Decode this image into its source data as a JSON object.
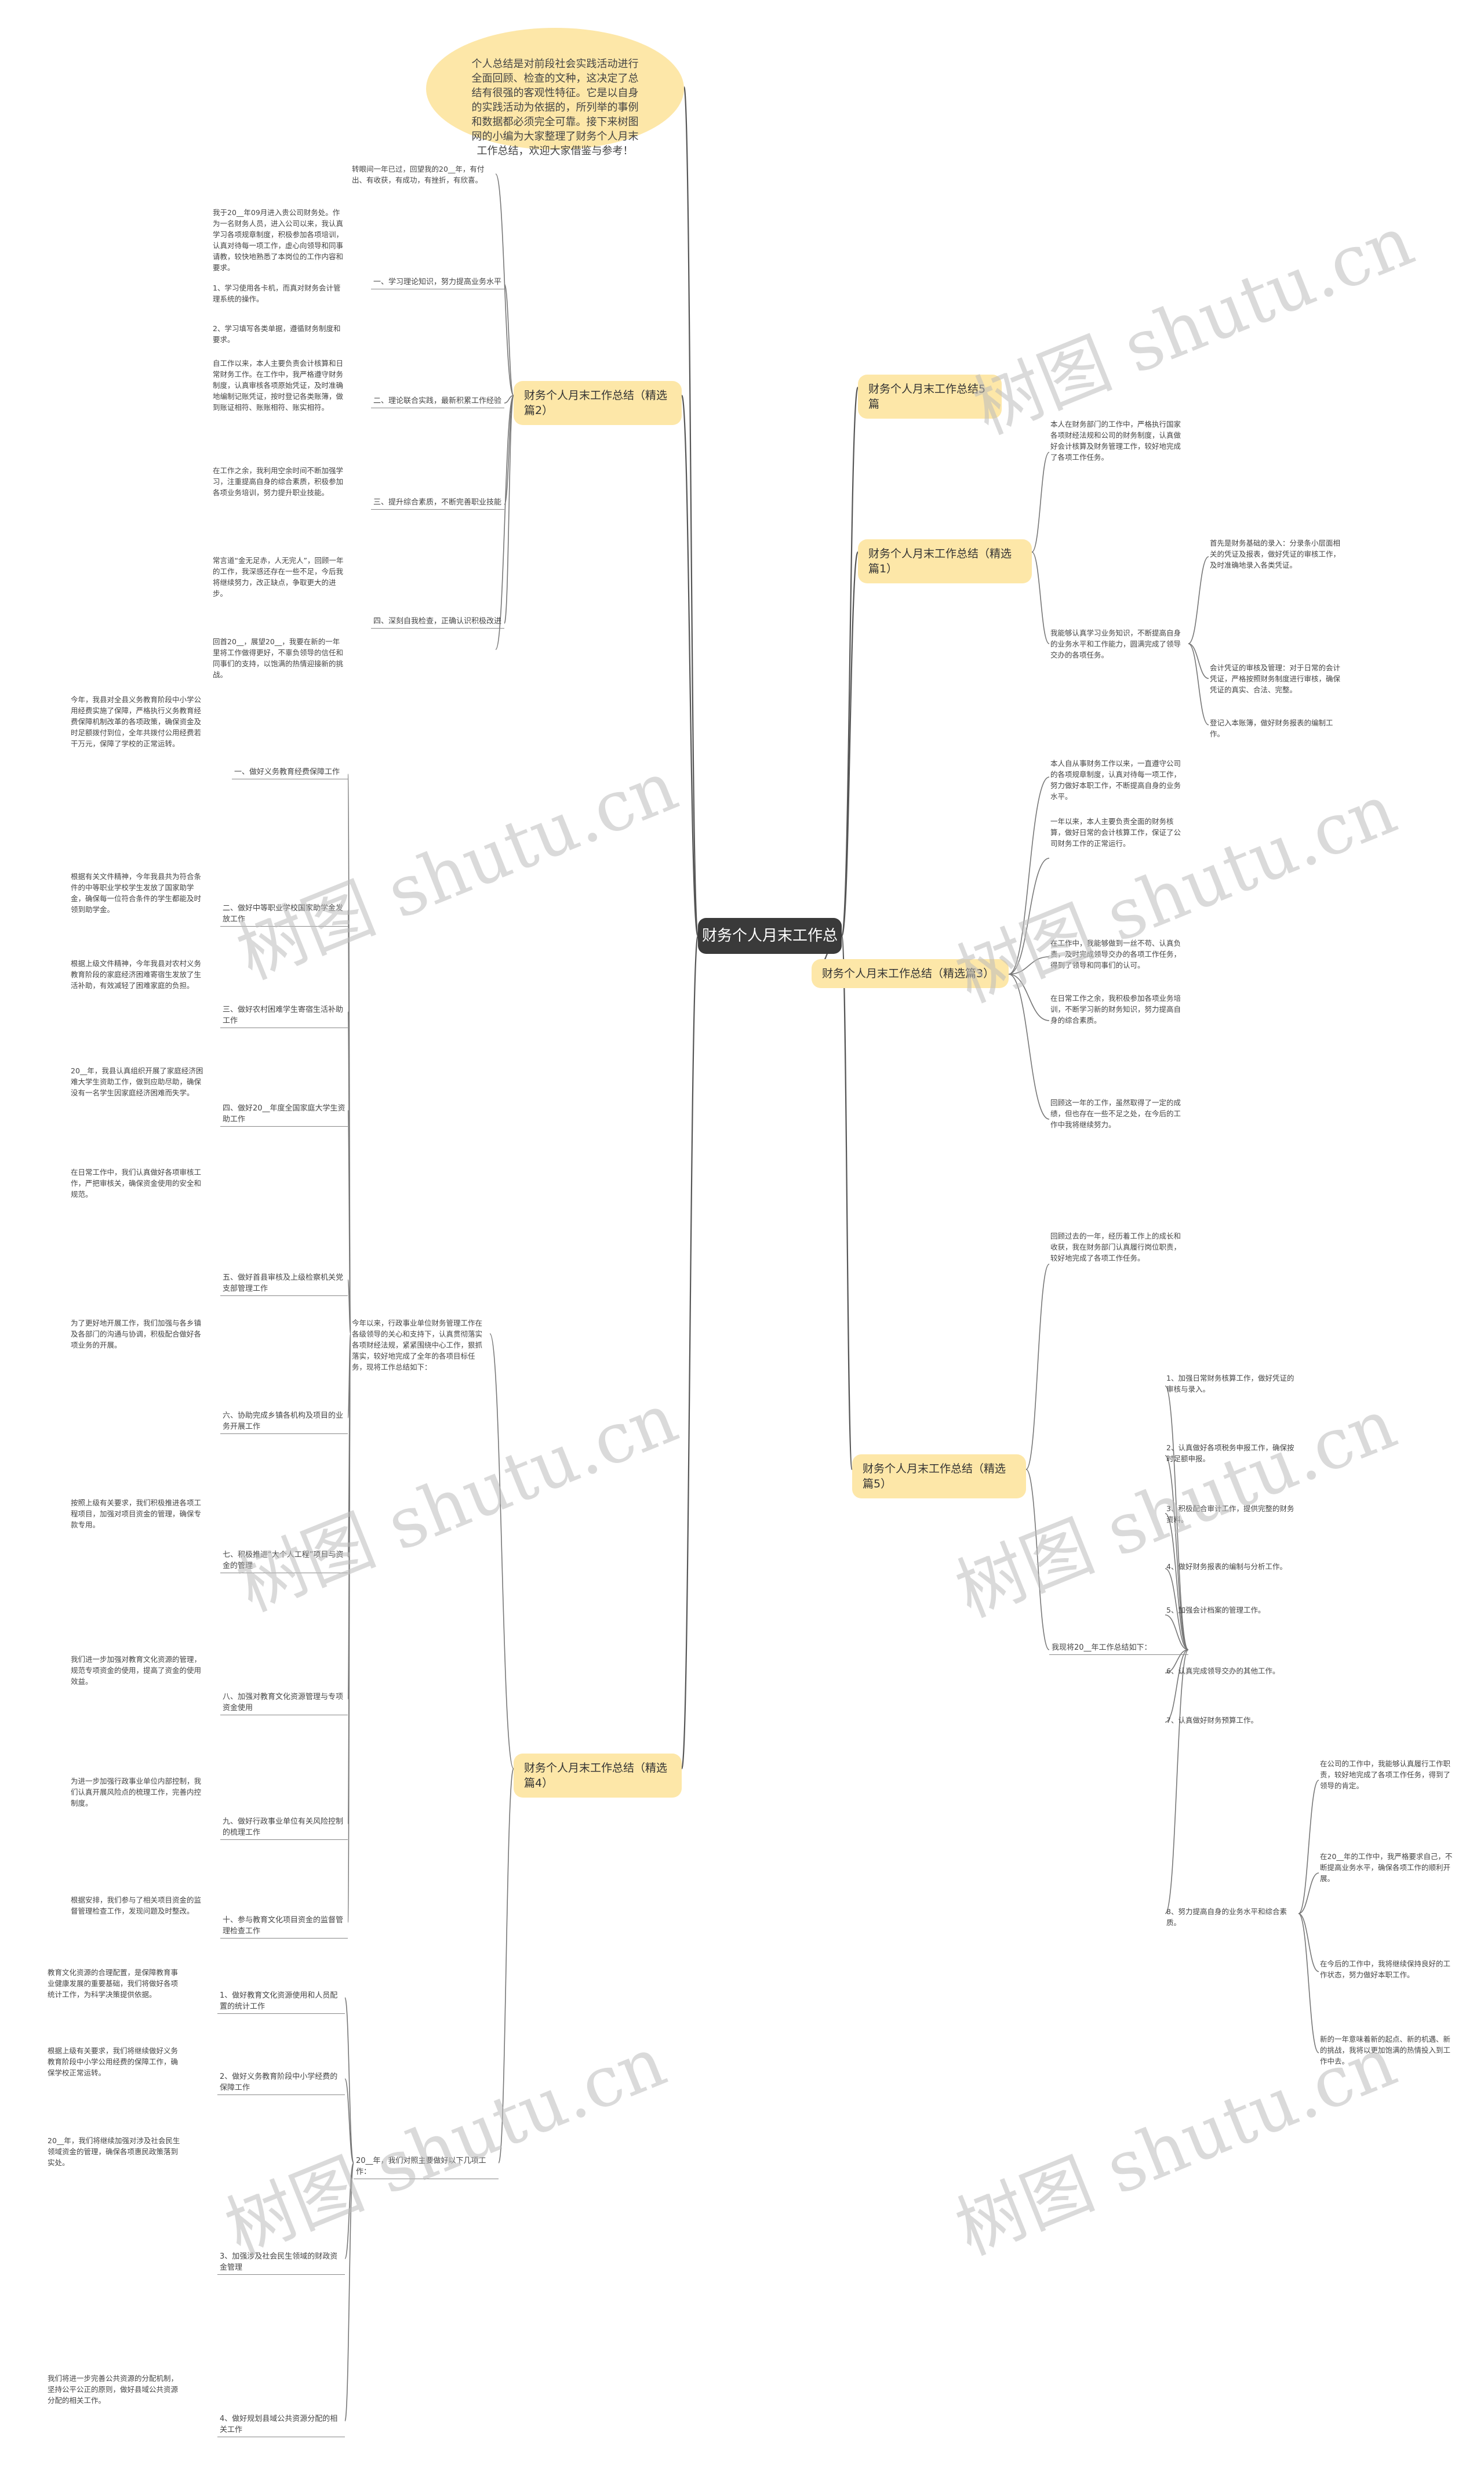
{
  "root": {
    "title": "财务个人月末工作总结"
  },
  "intro": "个人总结是对前段社会实践活动进行全面回顾、检查的文种，这决定了总结有很强的客观性特征。它是以自身的实践活动为依据的，所列举的事例和数据都必须完全可靠。接下来树图网的小编为大家整理了财务个人月末工作总结，欢迎大家借鉴与参考！",
  "branches": {
    "left_2": "财务个人月末工作总结（精选篇2）",
    "left_4": "财务个人月末工作总结（精选篇4）",
    "right_0": "财务个人月末工作总结5篇",
    "right_1": "财务个人月末工作总结（精选篇1）",
    "right_3": "财务个人月末工作总结（精选篇3）",
    "right_5": "财务个人月末工作总结（精选篇5）"
  },
  "left2": {
    "intro": "转眼间一年已过，回望我的20__年，有付出、有收获，有成功，有挫折，有欣喜。",
    "body": "我于20__年09月进入贵公司财务处。作为一名财务人员，进入公司以来，我认真学习各项规章制度，积极参加各项培训，认真对待每一项工作，虚心向领导和同事请教，较快地熟悉了本岗位的工作内容和要求。",
    "items": [
      "一、学习理论知识，努力提高业务水平",
      "二、理论联合实践，最新积累工作经验",
      "三、提升综合素质，不断完善职业技能",
      "四、深刻自我检查，正确认识积极改进"
    ],
    "item_details": [
      "1、学习使用各卡机，而真对财务会计管理系统的操作。",
      "2、学习填写各类单据，遵循财务制度和要求。"
    ],
    "p2": "自工作以来，本人主要负责会计核算和日常财务工作。在工作中，我严格遵守财务制度，认真审核各项原始凭证，及时准确地编制记账凭证，按时登记各类账簿，做到账证相符、账账相符、账实相符。",
    "p3": "在工作之余，我利用空余时间不断加强学习，注重提高自身的综合素质，积极参加各项业务培训，努力提升职业技能。",
    "p4": "常言道“金无足赤，人无完人”，回顾一年的工作，我深感还存在一些不足，今后我将继续努力，改正缺点，争取更大的进步。",
    "p5": "回首20__，展望20__，我要在新的一年里将工作做得更好，不辜负领导的信任和同事们的支持，以饱满的热情迎接新的挑战。"
  },
  "left4": {
    "intro": "今年以来，行政事业单位财务管理工作在各级领导的关心和支持下，认真贯彻落实各项财经法规，紧紧围绕中心工作，狠抓落实，较好地完成了全年的各项目标任务，现将工作总结如下：",
    "items": [
      "一、做好义务教育经费保障工作",
      "二、做好中等职业学校国家助学金发放工作",
      "三、做好农村困难学生寄宿生活补助工作",
      "四、做好20__年度全国家庭大学生资助工作",
      "五、做好首县审核及上级检察机关党支部管理工作",
      "六、协助完成乡镇各机构及项目的业务开展工作",
      "七、积极推进“大个人工程”项目与资金的管理",
      "八、加强对教育文化资源管理与专项资金使用",
      "九、做好行政事业单位有关风险控制的梳理工作",
      "十、参与教育文化项目资金的监督管理检查工作"
    ],
    "p1": "今年，我县对全县义务教育阶段中小学公用经费实施了保障，严格执行义务教育经费保障机制改革的各项政策，确保资金及时足额拨付到位，全年共拨付公用经费若干万元，保障了学校的正常运转。",
    "p2": "根据有关文件精神，今年我县共为符合条件的中等职业学校学生发放了国家助学金，确保每一位符合条件的学生都能及时领到助学金。",
    "p3": "根据上级文件精神，今年我县对农村义务教育阶段的家庭经济困难寄宿生发放了生活补助，有效减轻了困难家庭的负担。",
    "p4": "20__年，我县认真组织开展了家庭经济困难大学生资助工作，做到应助尽助，确保没有一名学生因家庭经济困难而失学。",
    "p5": "在日常工作中，我们认真做好各项审核工作，严把审核关，确保资金使用的安全和规范。",
    "p6": "为了更好地开展工作，我们加强与各乡镇及各部门的沟通与协调，积极配合做好各项业务的开展。",
    "p7": "按照上级有关要求，我们积极推进各项工程项目，加强对项目资金的管理，确保专款专用。",
    "p8": "我们进一步加强对教育文化资源的管理，规范专项资金的使用，提高了资金的使用效益。",
    "p9": "为进一步加强行政事业单位内部控制，我们认真开展风险点的梳理工作，完善内控制度。",
    "p10": "根据安排，我们参与了相关项目资金的监督管理检查工作，发现问题及时整改。",
    "footer_intro": "20__年，我们对照主要做好以下几项工作：",
    "footer_items": [
      "1、做好教育文化资源使用和人员配置的统计工作",
      "2、做好义务教育阶段中小学经费的保障工作",
      "3、加强涉及社会民生领域的财政资金管理",
      "4、做好规划县域公共资源分配的相关工作"
    ],
    "f1": "教育文化资源的合理配置，是保障教育事业健康发展的重要基础，我们将做好各项统计工作，为科学决策提供依据。",
    "f2": "根据上级有关要求，我们将继续做好义务教育阶段中小学公用经费的保障工作，确保学校正常运转。",
    "f3": "20__年，我们将继续加强对涉及社会民生领域资金的管理，确保各项惠民政策落到实处。",
    "f4": "我们将进一步完善公共资源的分配机制，坚持公平公正的原则，做好县域公共资源分配的相关工作。"
  },
  "right1": {
    "p1": "本人在财务部门的工作中，严格执行国家各项财经法规和公司的财务制度，认真做好会计核算及财务管理工作，较好地完成了各项工作任务。",
    "p2": "我能够认真学习业务知识，不断提高自身的业务水平和工作能力，圆满完成了领导交办的各项任务。",
    "leaves": [
      "首先是财务基础的录入：分录条小层面相关的凭证及报表，做好凭证的审核工作，及时准确地录入各类凭证。",
      "会计凭证的审核及管理：对于日常的会计凭证，严格按照财务制度进行审核，确保凭证的真实、合法、完整。",
      "登记入本账簿，做好财务报表的编制工作。"
    ]
  },
  "right3": {
    "p1": "本人自从事财务工作以来，一直遵守公司的各项规章制度，认真对待每一项工作，努力做好本职工作，不断提高自身的业务水平。",
    "p2": "一年以来，本人主要负责全面的财务核算，做好日常的会计核算工作，保证了公司财务工作的正常运行。",
    "p3": "在工作中，我能够做到一丝不苟、认真负责，及时完成领导交办的各项工作任务，得到了领导和同事们的认可。",
    "p4": "在日常工作之余，我积极参加各项业务培训，不断学习新的财务知识，努力提高自身的综合素质。",
    "p5": "回顾这一年的工作，虽然取得了一定的成绩，但也存在一些不足之处，在今后的工作中我将继续努力。"
  },
  "right5": {
    "intro": "回顾过去的一年，经历着工作上的成长和收获，我在财务部门认真履行岗位职责，较好地完成了各项工作任务。",
    "items_intro": "我现将20__年工作总结如下：",
    "items": [
      "1、加强日常财务核算工作，做好凭证的审核与录入。",
      "2、认真做好各项税务申报工作，确保按时足额申报。",
      "3、积极配合审计工作，提供完整的财务资料。",
      "4、做好财务报表的编制与分析工作。",
      "5、加强会计档案的管理工作。",
      "6、认真完成领导交办的其他工作。",
      "7、认真做好财务预算工作。",
      "8、努力提高自身的业务水平和综合素质。"
    ],
    "leaves": [
      "在公司的工作中，我能够认真履行工作职责，较好地完成了各项工作任务，得到了领导的肯定。",
      "在20__年的工作中，我严格要求自己，不断提高业务水平，确保各项工作的顺利开展。",
      "在今后的工作中，我将继续保持良好的工作状态，努力做好本职工作。",
      "新的一年意味着新的起点、新的机遇、新的挑战，我将以更加饱满的热情投入到工作中去。"
    ]
  },
  "watermark": "树图 shutu.cn",
  "colors": {
    "root_bg": "#3a3a3a",
    "branch_bg": "#fde7a8",
    "line": "#555555"
  }
}
